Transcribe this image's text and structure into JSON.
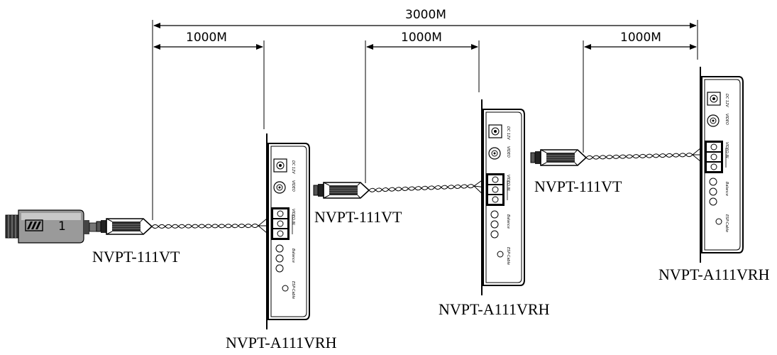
{
  "dimensions": {
    "total": "3000M",
    "segment1": "1000M",
    "segment2": "1000M",
    "segment3": "1000M"
  },
  "camera": {
    "number": "1"
  },
  "labels": {
    "transmitter1": "NVPT-111VT",
    "transmitter2": "NVPT-111VT",
    "transmitter3": "NVPT-111VT",
    "receiver1": "NVPT-A111VRH",
    "receiver2": "NVPT-A111VRH",
    "receiver3": "NVPT-A111VRH"
  }
}
